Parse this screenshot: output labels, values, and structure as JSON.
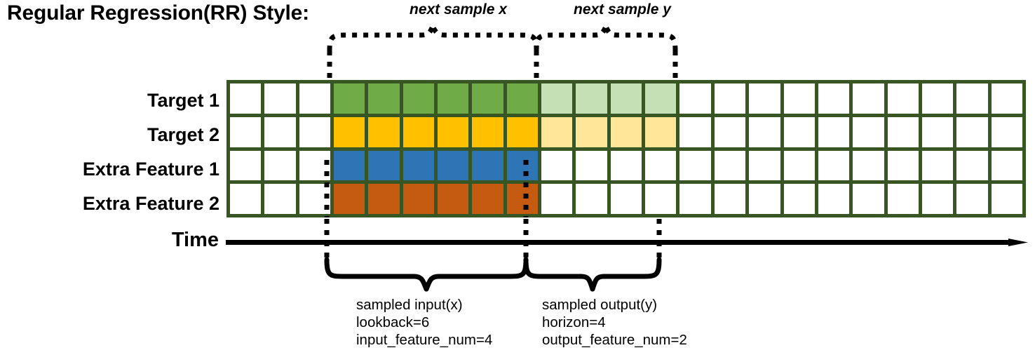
{
  "title": "Regular Regression(RR) Style:",
  "rows": [
    {
      "label": "Target 1",
      "color_key": "green"
    },
    {
      "label": "Target 2",
      "color_key": "amber"
    },
    {
      "label": "Extra Feature 1",
      "color_key": "blue"
    },
    {
      "label": "Extra Feature 2",
      "color_key": "orange"
    }
  ],
  "grid": {
    "total_columns": 23,
    "leading_empty_columns": 3,
    "lookback_columns": 6,
    "horizon_columns": 4,
    "trailing_empty_columns": 10,
    "fill": [
      [
        "empty",
        "empty",
        "empty",
        "green",
        "green",
        "green",
        "green",
        "green",
        "green",
        "green-light",
        "green-light",
        "green-light",
        "green-light",
        "empty",
        "empty",
        "empty",
        "empty",
        "empty",
        "empty",
        "empty",
        "empty",
        "empty",
        "empty"
      ],
      [
        "empty",
        "empty",
        "empty",
        "amber",
        "amber",
        "amber",
        "amber",
        "amber",
        "amber",
        "amber-light",
        "amber-light",
        "amber-light",
        "amber-light",
        "empty",
        "empty",
        "empty",
        "empty",
        "empty",
        "empty",
        "empty",
        "empty",
        "empty",
        "empty"
      ],
      [
        "empty",
        "empty",
        "empty",
        "blue",
        "blue",
        "blue",
        "blue",
        "blue",
        "blue",
        "empty",
        "empty",
        "empty",
        "empty",
        "empty",
        "empty",
        "empty",
        "empty",
        "empty",
        "empty",
        "empty",
        "empty",
        "empty",
        "empty"
      ],
      [
        "empty",
        "empty",
        "empty",
        "orange",
        "orange",
        "orange",
        "orange",
        "orange",
        "orange",
        "empty",
        "empty",
        "empty",
        "empty",
        "empty",
        "empty",
        "empty",
        "empty",
        "empty",
        "empty",
        "empty",
        "empty",
        "empty",
        "empty"
      ]
    ]
  },
  "colors": {
    "border": "#375623",
    "empty": "#ffffff",
    "green": "#6fab46",
    "green-light": "#c5e0b4",
    "amber": "#ffc000",
    "amber-light": "#ffe699",
    "blue": "#2e75b6",
    "orange": "#c55a11",
    "ink": "#000000"
  },
  "axis": {
    "label": "Time",
    "arrow_direction": "right"
  },
  "top_annotations": [
    {
      "label": "next sample x",
      "span_start_col": 3,
      "span_end_col": 8
    },
    {
      "label": "next sample y",
      "span_start_col": 9,
      "span_end_col": 12
    }
  ],
  "bottom_annotations": [
    {
      "title": "sampled input(x)",
      "line2": "lookback=6",
      "line3": "input_feature_num=4"
    },
    {
      "title": "sampled output(y)",
      "line2": "horizon=4",
      "line3": "output_feature_num=2"
    }
  ]
}
